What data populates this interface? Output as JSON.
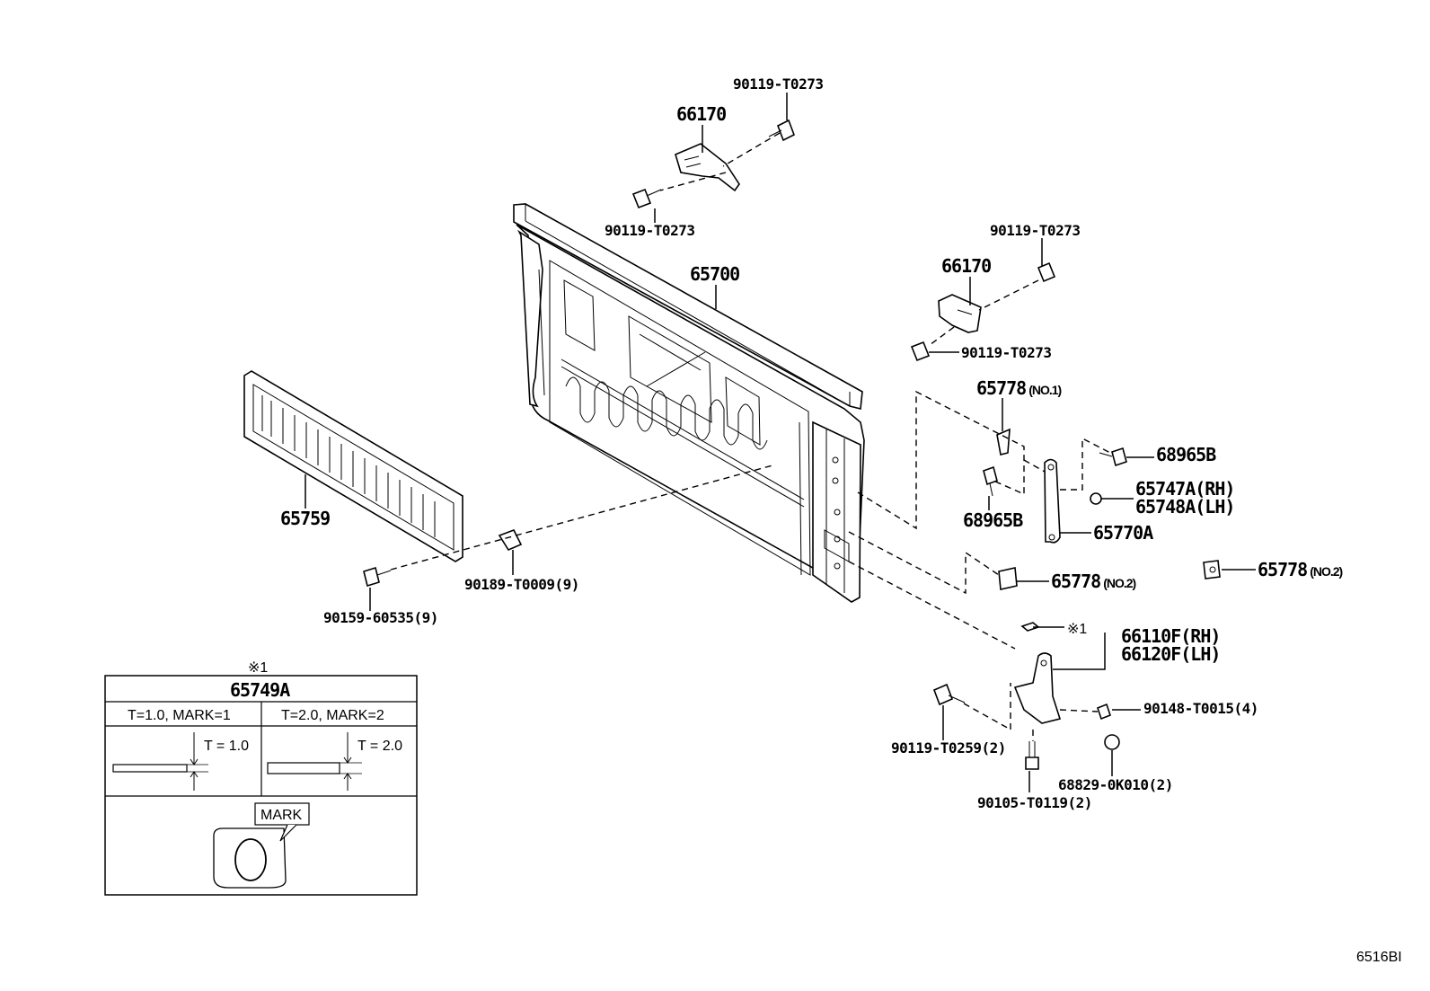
{
  "diagram": {
    "figure_code": "6516BI",
    "labels": {
      "bolt_top": "90119-T0273",
      "hinge_top": "66170",
      "bolt_top_lower": "90119-T0273",
      "bolt_right_upper": "90119-T0273",
      "hinge_right": "66170",
      "bolt_right_lower": "90119-T0273",
      "tailgate_panel": "65700",
      "inner_cover": "65759",
      "clip": "90189-T0009(9)",
      "screw": "90159-60535(9)",
      "stopper_no1_num": "65778",
      "stopper_no1_sfx": "(NO.1)",
      "bolt_68965_top": "68965B",
      "bolt_68965_left": "68965B",
      "cable_rh": "65747A(RH)",
      "cable_lh": "65748A(LH)",
      "cable_65770": "65770A",
      "stopper_no2_num": "65778",
      "stopper_no2_sfx": "(NO.2)",
      "stopper_no2b_num": "65778",
      "stopper_no2b_sfx": "(NO.2)",
      "note_mark": "※1",
      "hinge_rh": "66110F(RH)",
      "hinge_lh": "66120F(LH)",
      "bolt_90148": "90148-T0015(4)",
      "bolt_90119_t0259": "90119-T0259(2)",
      "part_68829": "68829-0K010(2)",
      "bolt_90105": "90105-T0119(2)"
    },
    "shim_table": {
      "note": "※1",
      "title": "65749A",
      "col1_header": "T=1.0, MARK=1",
      "col2_header": "T=2.0, MARK=2",
      "col1_dim": "T = 1.0",
      "col2_dim": "T = 2.0",
      "mark_label": "MARK"
    }
  }
}
